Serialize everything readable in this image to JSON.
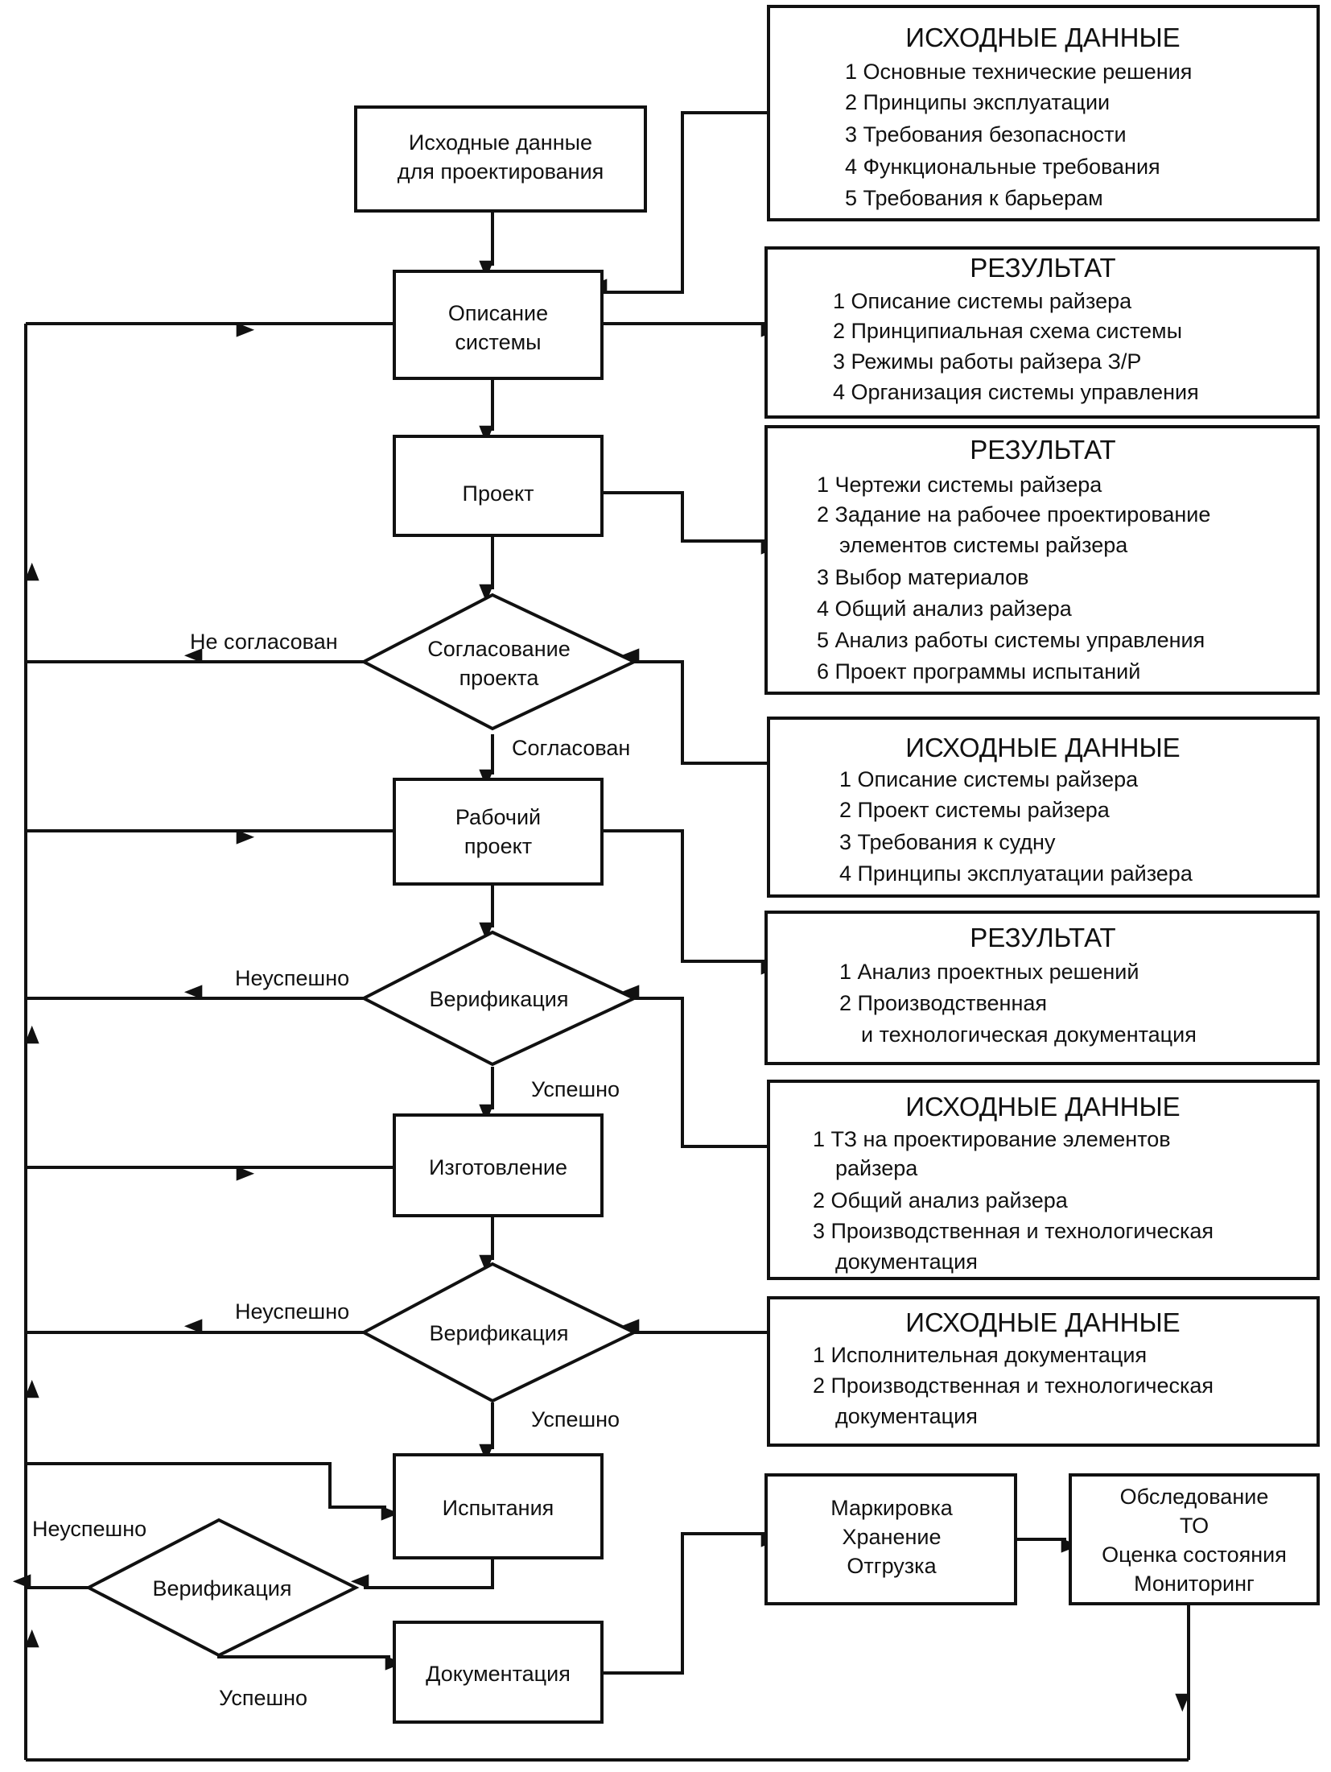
{
  "flow": {
    "start": [
      "Исходные данные",
      "для проектирования"
    ],
    "system_description": [
      "Описание",
      "системы"
    ],
    "project": [
      "Проект"
    ],
    "project_approval": [
      "Согласование",
      "проекта"
    ],
    "working_project": [
      "Рабочий",
      "проект"
    ],
    "verification_1": [
      "Верификация"
    ],
    "manufacturing": [
      "Изготовление"
    ],
    "verification_2": [
      "Верификация"
    ],
    "testing": [
      "Испытания"
    ],
    "verification_3": [
      "Верификация"
    ],
    "documentation": [
      "Документация"
    ],
    "marking": [
      "Маркировка",
      "Хранение",
      "Отгрузка"
    ],
    "inspection": [
      "Обследование",
      "ТО",
      "Оценка состояния",
      "Мониторинг"
    ]
  },
  "edge_labels": {
    "not_approved": "Не согласован",
    "approved": "Согласован",
    "fail_1": "Неуспешно",
    "success_1": "Успешно",
    "fail_2": "Неуспешно",
    "success_2": "Успешно",
    "fail_3": "Неуспешно",
    "success_3": "Успешно"
  },
  "panels": {
    "input_1": {
      "title": "ИСХОДНЫЕ ДАННЫЕ",
      "lines": [
        "1 Основные технические решения",
        "2 Принципы эксплуатации",
        "3 Требования безопасности",
        "4 Функциональные требования",
        "5 Требования к барьерам"
      ]
    },
    "result_1": {
      "title": "РЕЗУЛЬТАТ",
      "lines": [
        "1 Описание системы райзера",
        "2 Принципиальная схема системы",
        "3 Режимы работы райзера З/Р",
        "4 Организация системы управления"
      ]
    },
    "result_2": {
      "title": "РЕЗУЛЬТАТ",
      "lines": [
        "1 Чертежи системы райзера",
        "2 Задание на рабочее проектирование",
        "элементов системы райзера",
        "3 Выбор материалов",
        "4 Общий анализ райзера",
        "5 Анализ работы системы управления",
        "6 Проект программы испытаний"
      ]
    },
    "input_2": {
      "title": "ИСХОДНЫЕ ДАННЫЕ",
      "lines": [
        "1 Описание системы райзера",
        "2 Проект системы райзера",
        "3 Требования к судну",
        "4 Принципы эксплуатации райзера"
      ]
    },
    "result_3": {
      "title": "РЕЗУЛЬТАТ",
      "lines": [
        "1 Анализ проектных решений",
        "2 Производственная",
        "и технологическая документация"
      ]
    },
    "input_3": {
      "title": "ИСХОДНЫЕ ДАННЫЕ",
      "lines": [
        "1 ТЗ на проектирование элементов",
        "райзера",
        "2 Общий анализ райзера",
        "3 Производственная и технологическая",
        "документация"
      ]
    },
    "input_4": {
      "title": "ИСХОДНЫЕ ДАННЫЕ",
      "lines": [
        "1 Исполнительная документация",
        "2 Производственная и технологическая",
        "документация"
      ]
    }
  }
}
